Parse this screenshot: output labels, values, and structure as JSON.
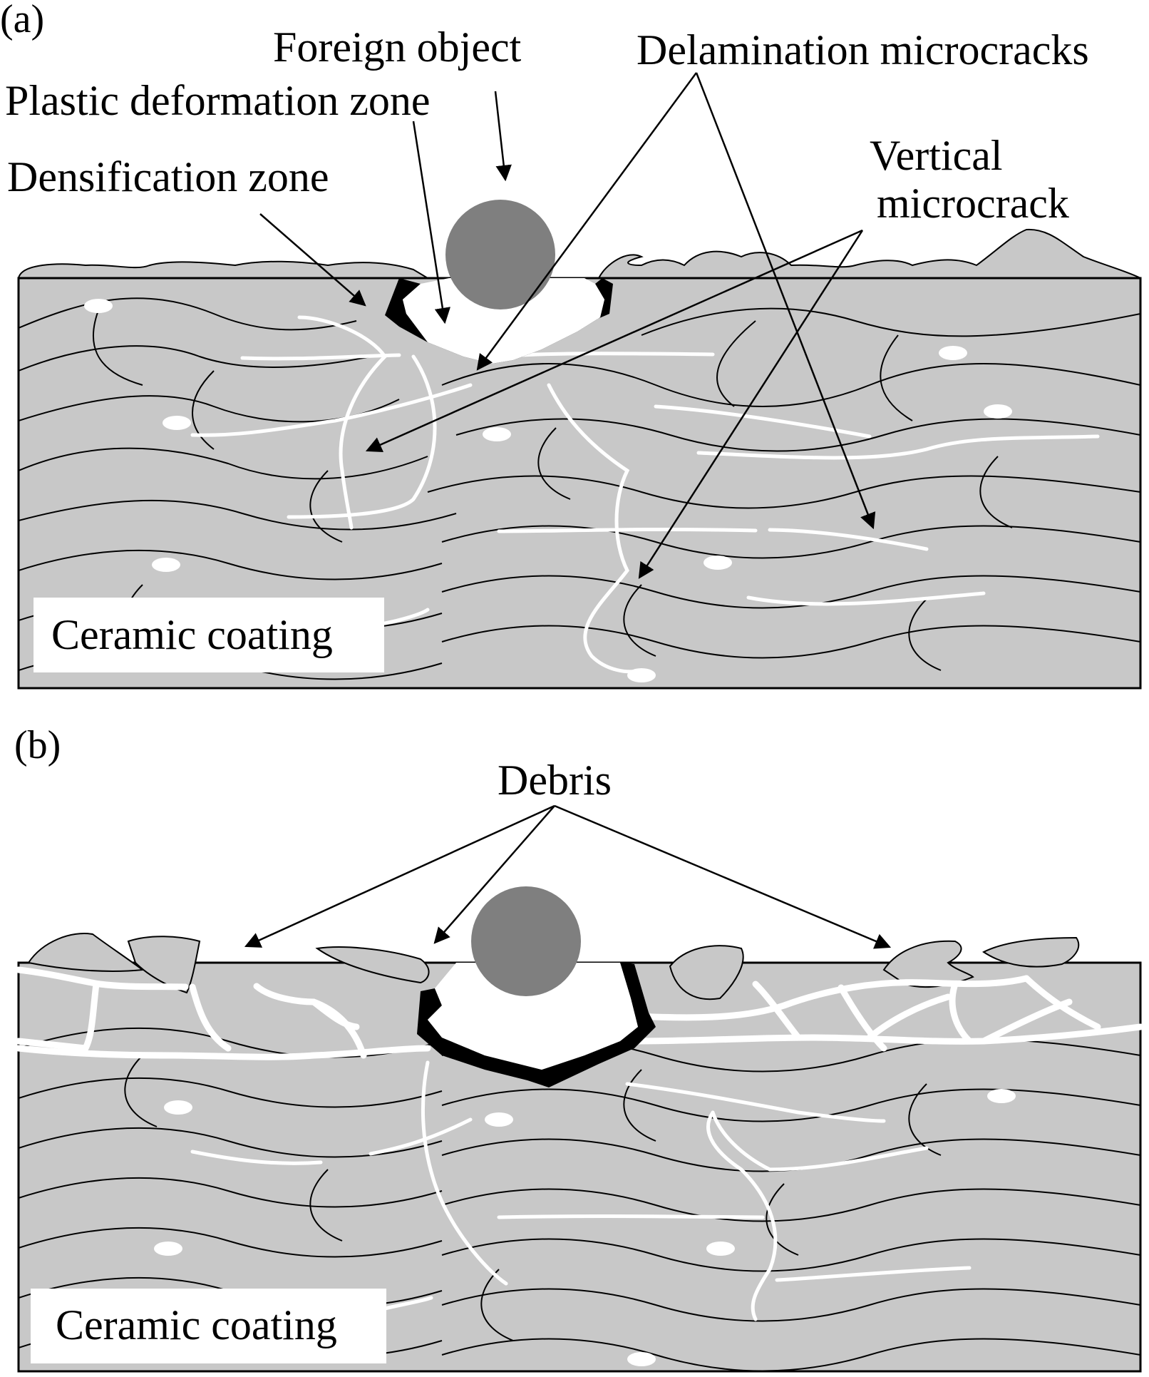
{
  "figure": {
    "panel_a": {
      "tag": "(a)",
      "labels": {
        "foreign_object": "Foreign object",
        "plastic_zone": "Plastic deformation zone",
        "densification_zone": "Densification zone",
        "delamination": "Delamination microcracks",
        "vertical_line1": "Vertical",
        "vertical_line2": "microcrack",
        "coating": "Ceramic coating"
      }
    },
    "panel_b": {
      "tag": "(b)",
      "labels": {
        "debris": "Debris",
        "coating": "Ceramic coating"
      }
    }
  },
  "colors": {
    "coating_fill": "#c8c8c8",
    "particle_fill": "#7f7f7f",
    "densification_black": "#000000",
    "crack_white": "#ffffff",
    "line_black": "#000000"
  }
}
